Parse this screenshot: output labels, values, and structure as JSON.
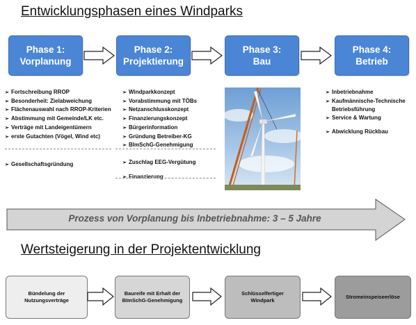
{
  "heading_phases": "Entwicklungsphasen eines Windparks",
  "phases": [
    {
      "line1": "Phase 1:",
      "line2": "Vorplanung"
    },
    {
      "line1": "Phase 2:",
      "line2": "Projektierung"
    },
    {
      "line1": "Phase 3:",
      "line2": "Bau"
    },
    {
      "line1": "Phase 4:",
      "line2": "Betrieb"
    }
  ],
  "col1": {
    "items": [
      "Fortschreibung RROP",
      "Besonderheit: Zielabweichung",
      "Flächenauswahl nach RROP-Kriterien",
      "Abstimmung mit Gemeinde/LK etc.",
      "Verträge mit Landeigentümern",
      "erste Gutachten (Vögel, Wind etc)"
    ],
    "extra": "Gesellschaftsgründung"
  },
  "col2": {
    "items": [
      "Windparkkonzept",
      "Vorabstimmung mit TÖBs",
      "Netzanschlusskonzept",
      "Finanzierungskonzept",
      "Bürgerinformation",
      "Gründung Betreiber-KG",
      "BImSchG-Genehmigung"
    ],
    "extra": [
      "Zuschlag EEG-Vergütung",
      "Finanzierung"
    ]
  },
  "col4": {
    "items": [
      {
        "line1": "Inbetriebnahme",
        "line2": ""
      },
      {
        "line1": "Kaufmännische-Technische",
        "line2": "Betriebsführung"
      },
      {
        "line1": "Service & Wartung",
        "line2": ""
      }
    ],
    "extra": "Abwicklung Rückbau"
  },
  "process_text": "Prozess von Vorplanung bis Inbetriebnahme:  3 – 5 Jahre",
  "heading_value": "Wertsteigerung in der Projektentwicklung",
  "value_steps": [
    {
      "line1": "Bündelung der",
      "line2": "Nutzungsverträge",
      "color": "#eeeeee"
    },
    {
      "line1": "Baureife mit Erhalt der",
      "line2": "BImSchG-Genehmigung",
      "color": "#d6d6d6"
    },
    {
      "line1": "Schlüsselfertiger",
      "line2": "Windpark",
      "color": "#bdbdbd"
    },
    {
      "line1": "Stromeinspeiseerlöse",
      "line2": "",
      "color": "#9c9c9c"
    }
  ],
  "colors": {
    "phase_fill": "#4b86d6",
    "process_arrow": "#d4d4d4",
    "bullet_marker": "➢"
  }
}
